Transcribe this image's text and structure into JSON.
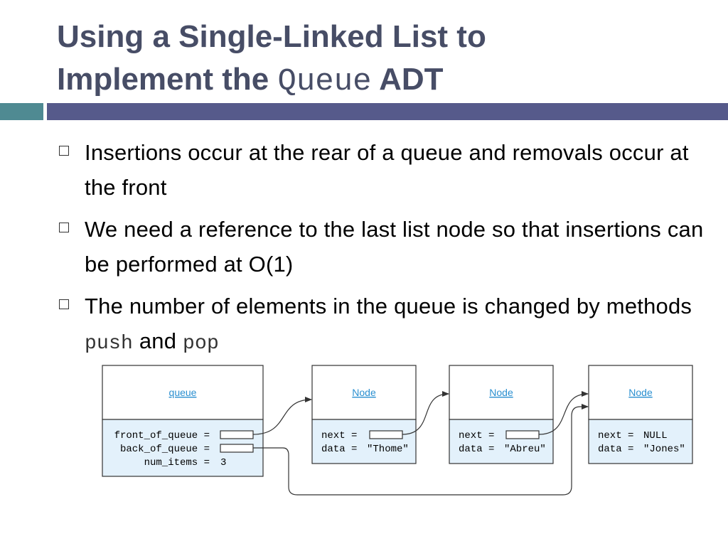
{
  "title": {
    "line1": "Using a Single-Linked List to",
    "line2_prefix": "Implement the ",
    "line2_code": "Queue",
    "line2_suffix": " ADT"
  },
  "bullets": [
    {
      "text": "Insertions occur at the rear of a queue and removals occur at the front"
    },
    {
      "text": "We need a reference to the last list node so that insertions can be performed at O(1)"
    },
    {
      "prefix": "The number of elements in the queue is changed by methods ",
      "code1": "push",
      "mid": " and ",
      "code2": "pop"
    }
  ],
  "diagram": {
    "queue": {
      "header": "queue",
      "front_label": "front_of_queue =",
      "back_label": "back_of_queue =",
      "num_label": "num_items =",
      "num_value": "3"
    },
    "nodes": [
      {
        "header": "Node",
        "next_label": "next =",
        "next_value": "",
        "data_label": "data =",
        "data_value": "\"Thome\""
      },
      {
        "header": "Node",
        "next_label": "next =",
        "next_value": "",
        "data_label": "data =",
        "data_value": "\"Abreu\""
      },
      {
        "header": "Node",
        "next_label": "next =",
        "next_value": "NULL",
        "data_label": "data =",
        "data_value": "\"Jones\""
      }
    ]
  }
}
